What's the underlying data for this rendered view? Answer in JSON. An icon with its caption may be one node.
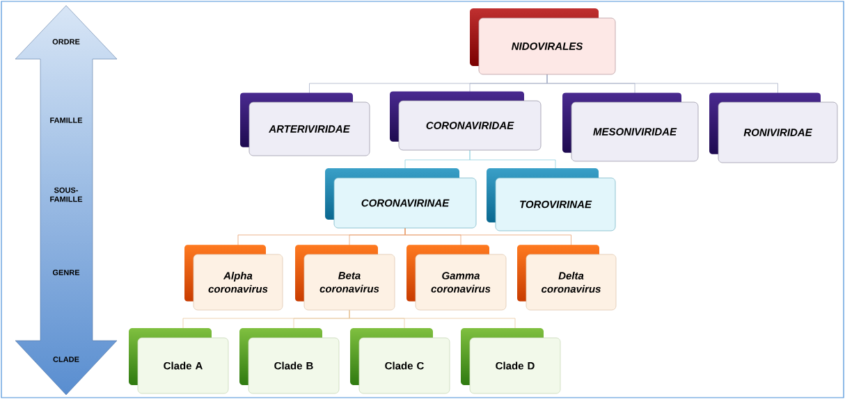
{
  "diagram": {
    "nodes": [
      {
        "text": [
          "NIDOVIRALES"
        ]
      },
      {
        "text": [
          "ARTERIVIRIDAE"
        ]
      },
      {
        "text": [
          "CORONAVIRIDAE"
        ]
      },
      {
        "text": [
          "MESONIVIRIDAE"
        ]
      },
      {
        "text": [
          "RONIVIRIDAE"
        ]
      },
      {
        "text": [
          "CORONAVIRINAE"
        ]
      },
      {
        "text": [
          "TOROVIRINAE"
        ]
      },
      {
        "text": [
          "Alpha coronavirus"
        ]
      },
      {
        "text": [
          "Beta coronavirus"
        ]
      },
      {
        "text": [
          "Gamma coronavirus"
        ]
      },
      {
        "text": [
          "Delta coronavirus"
        ]
      },
      {
        "text": [
          "Clade A"
        ]
      },
      {
        "text": [
          "Clade B"
        ]
      },
      {
        "text": [
          "Clade C"
        ]
      },
      {
        "text": [
          "Clade D"
        ]
      }
    ],
    "edges": [
      {
        "from": 0,
        "to": 1,
        "arrow": "none"
      },
      {
        "from": 0,
        "to": 2,
        "arrow": "none"
      },
      {
        "from": 0,
        "to": 3,
        "arrow": "none"
      },
      {
        "from": 0,
        "to": 4,
        "arrow": "none"
      },
      {
        "from": 2,
        "to": 5,
        "arrow": "none"
      },
      {
        "from": 2,
        "to": 6,
        "arrow": "none"
      },
      {
        "from": 5,
        "to": 7,
        "arrow": "none"
      },
      {
        "from": 5,
        "to": 8,
        "arrow": "none"
      },
      {
        "from": 5,
        "to": 9,
        "arrow": "none"
      },
      {
        "from": 5,
        "to": 10,
        "arrow": "none"
      },
      {
        "from": 8,
        "to": 11,
        "arrow": "none"
      },
      {
        "from": 8,
        "to": 12,
        "arrow": "none"
      },
      {
        "from": 8,
        "to": 13,
        "arrow": "none"
      },
      {
        "from": 8,
        "to": 14,
        "arrow": "none"
      }
    ],
    "labels": [
      "ORDRE",
      "FAMILLE",
      "SOUS-FAMILLE",
      "GENRE",
      "CLADE"
    ]
  }
}
